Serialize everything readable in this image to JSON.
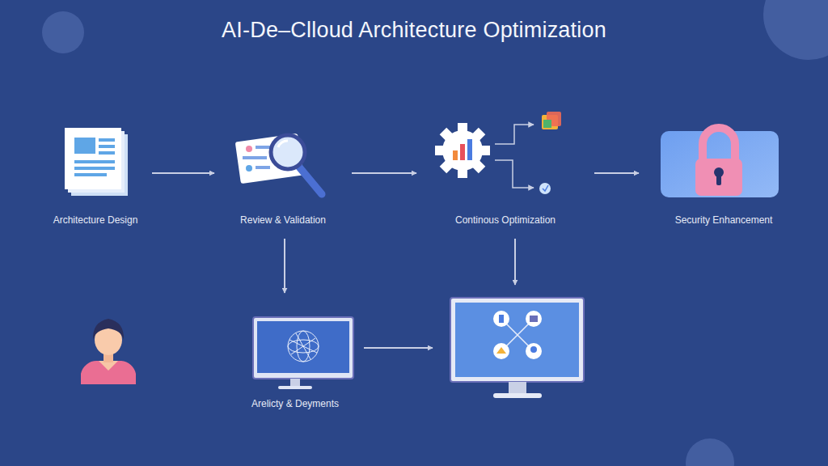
{
  "diagram": {
    "title": "AI-De–Clloud Architecture Optimization",
    "nodes": [
      {
        "text": [
          "Architecture Design"
        ]
      },
      {
        "text": [
          "Review & Validation"
        ]
      },
      {
        "text": [
          "Continous Optimization"
        ]
      },
      {
        "text": [
          "Security Enhancement"
        ]
      },
      {
        "text": [
          "Arelicty & Deyments"
        ]
      },
      {
        "text": []
      }
    ],
    "edges": [
      {
        "from": 0,
        "to": 1,
        "arrow": "to"
      },
      {
        "from": 1,
        "to": 2,
        "arrow": "to"
      },
      {
        "from": 2,
        "to": 3,
        "arrow": "to"
      },
      {
        "from": 1,
        "to": 4,
        "arrow": "to"
      },
      {
        "from": 2,
        "to": 5,
        "arrow": "to"
      },
      {
        "from": 4,
        "to": 5,
        "arrow": "to"
      }
    ]
  }
}
